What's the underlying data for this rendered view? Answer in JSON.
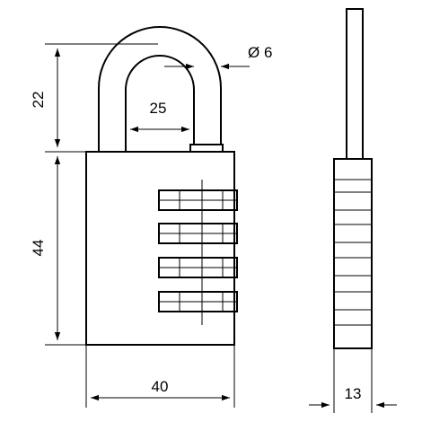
{
  "dimensions": {
    "shackle_height": "22",
    "shackle_inner_width": "25",
    "shackle_diameter": "Ø 6",
    "body_height": "44",
    "body_width": "40",
    "depth": "13"
  },
  "colors": {
    "line": "#000000",
    "background": "#ffffff"
  }
}
